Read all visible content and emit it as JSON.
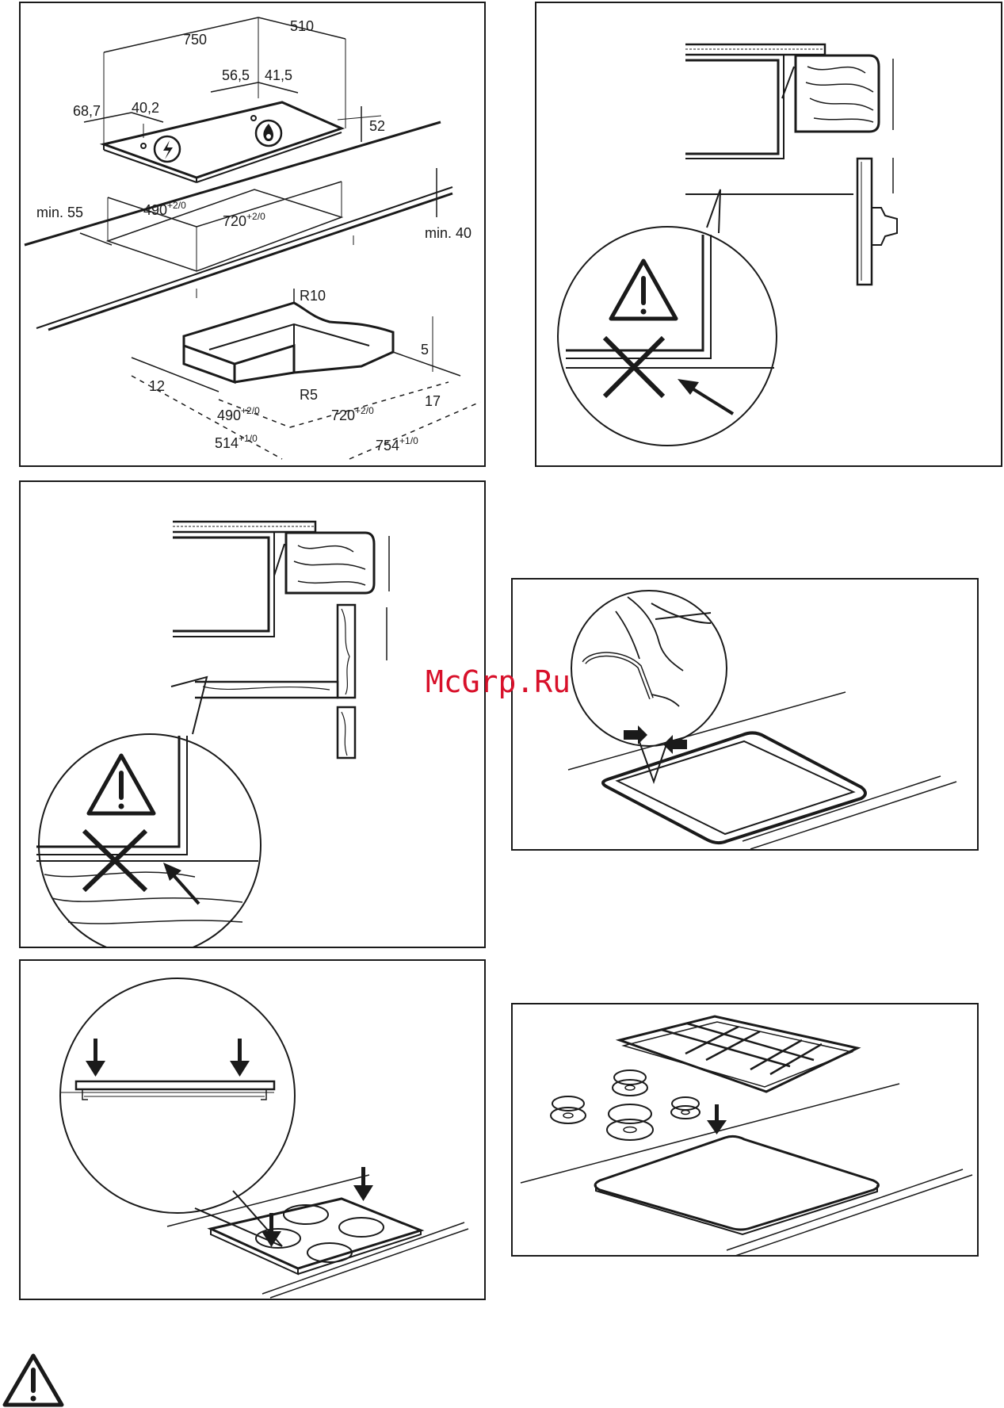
{
  "watermark": "McGrp.Ru",
  "panel_dimensions": {
    "width": "750",
    "depth": "510",
    "offset_a": "56,5",
    "offset_b": "41,5",
    "offset_c": "68,7",
    "offset_d": "40,2",
    "height": "52",
    "min_front": "min. 55",
    "min_back": "min. 40",
    "cut_depth": "490",
    "cut_depth_tol": "+2/0",
    "cut_width": "720",
    "cut_width_tol": "+2/0"
  },
  "panel_seal": {
    "radius_outer": "R10",
    "radius_inner": "R5",
    "seal_height": "5",
    "seal_left": "12",
    "seal_right": "17",
    "inner_depth": "490",
    "inner_depth_tol": "+2/0",
    "inner_width": "720",
    "inner_width_tol": "+2/0",
    "outer_depth": "514",
    "outer_depth_tol": "+1/0",
    "outer_width": "754",
    "outer_width_tol": "+1/0"
  },
  "icons": {
    "electric": "lightning-icon",
    "gas": "flame-icon",
    "warning": "warning-triangle-icon",
    "prohibited": "cross-icon"
  },
  "colors": {
    "line": "#1a1a1a",
    "watermark": "#d8102a"
  }
}
